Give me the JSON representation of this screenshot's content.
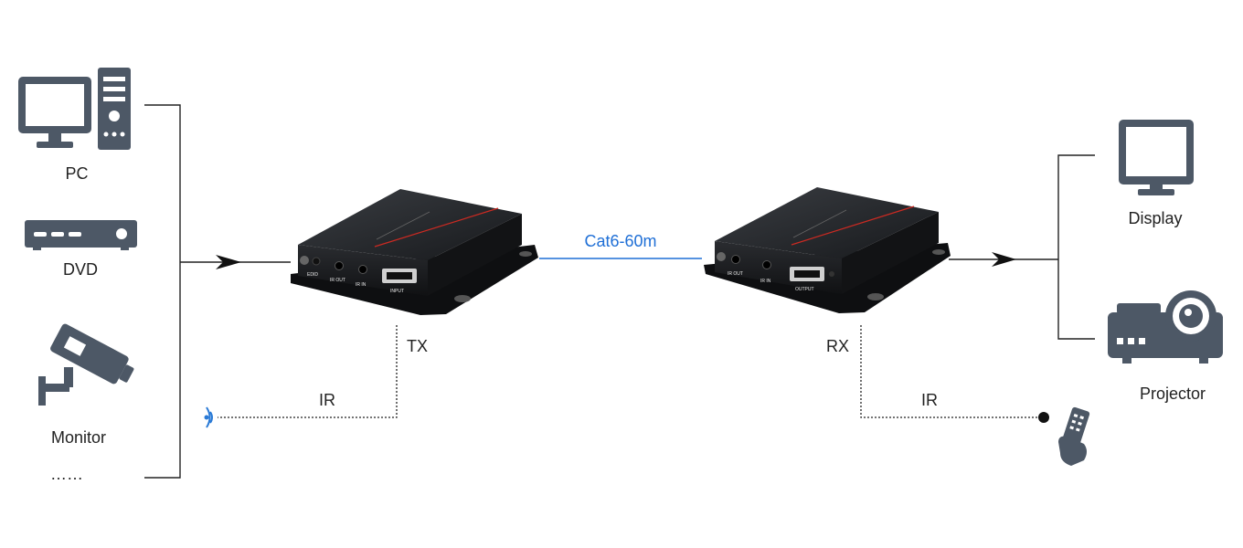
{
  "sources": {
    "pc": "PC",
    "dvd": "DVD",
    "monitor": "Monitor",
    "more": "……"
  },
  "transmitter": {
    "label": "TX",
    "ports": [
      "EDID",
      "IR OUT",
      "IR IN",
      "INPUT"
    ]
  },
  "receiver": {
    "label": "RX",
    "ports": [
      "IR OUT",
      "IR IN",
      "OUTPUT"
    ]
  },
  "link": {
    "cable": "Cat6-60m"
  },
  "ir": {
    "tx_label": "IR",
    "rx_label": "IR"
  },
  "outputs": {
    "display": "Display",
    "projector": "Projector"
  },
  "icons": [
    "pc-icon",
    "dvd-player-icon",
    "cctv-camera-icon",
    "display-icon",
    "projector-icon",
    "ir-emitter-icon",
    "remote-control-icon"
  ],
  "colors": {
    "icon": "#4d5866",
    "device": "#1d1f22",
    "cable": "#1f6fd6",
    "line": "#222222"
  }
}
